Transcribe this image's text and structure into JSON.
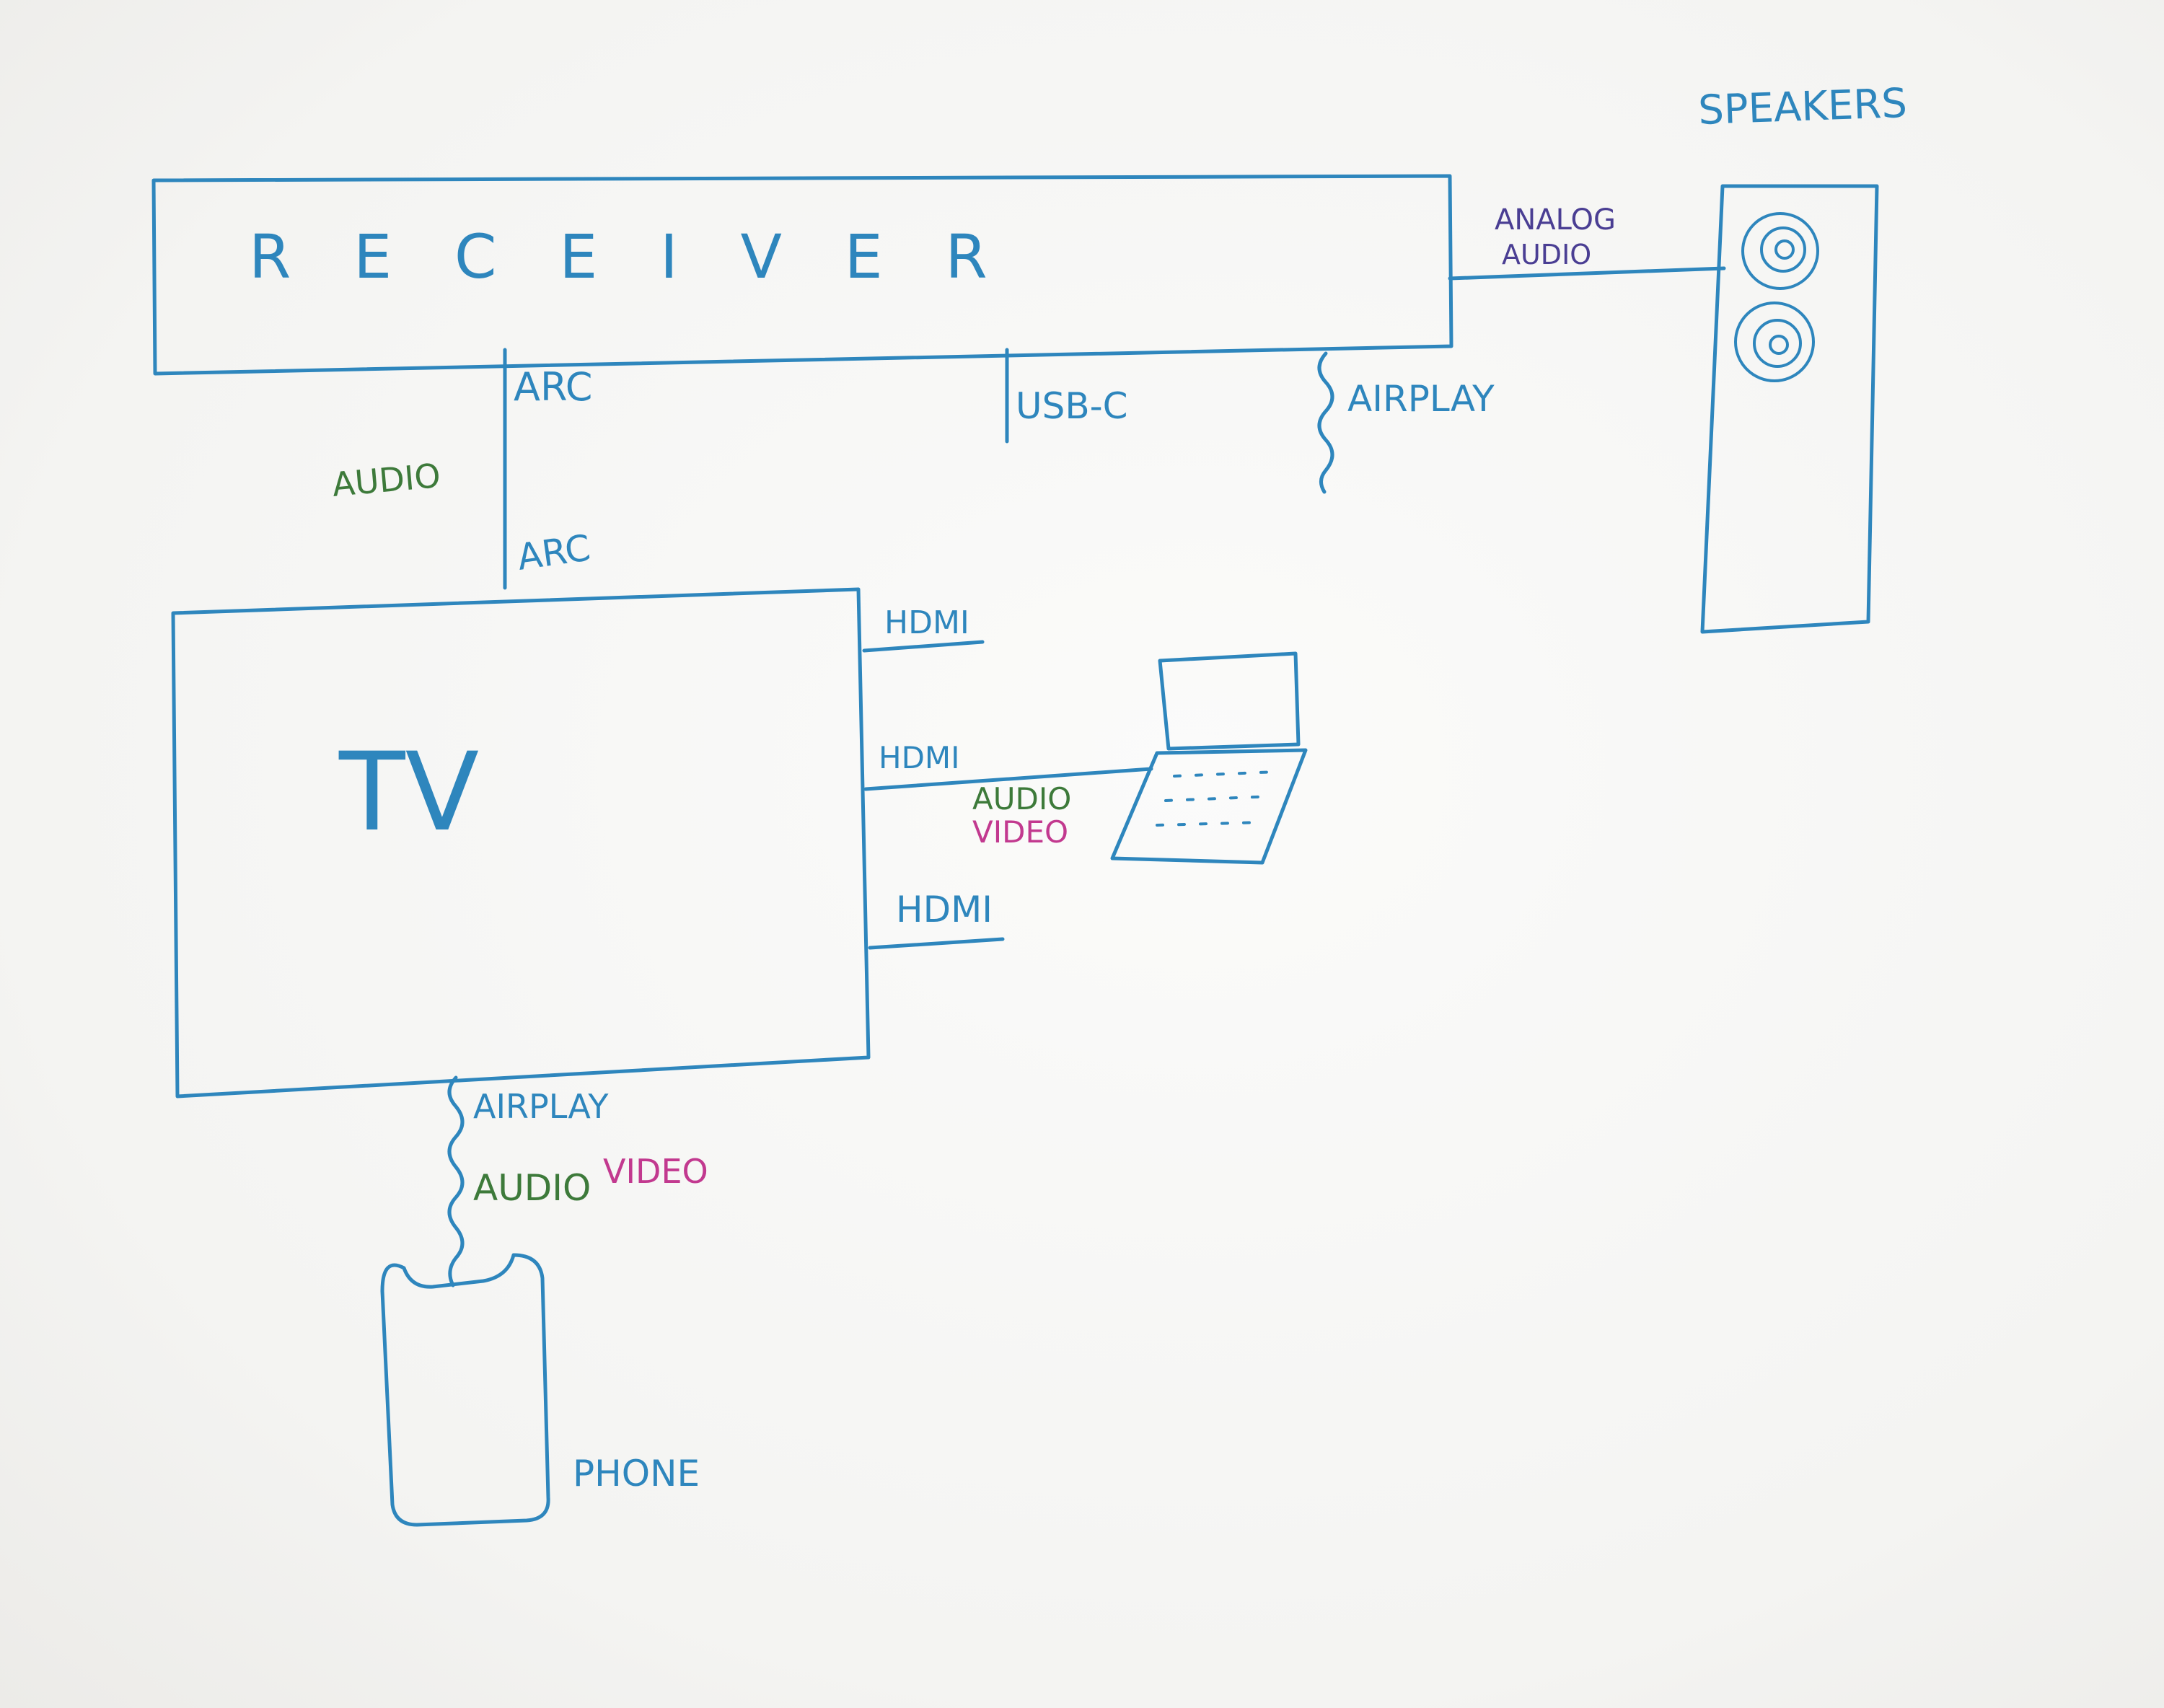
{
  "colors": {
    "ink_blue": "#2e86bd",
    "audio_green": "#3d7a3a",
    "analog_purple": "#4a3e93",
    "video_magenta": "#c2398f",
    "paper": "#f5f5f4"
  },
  "nodes": {
    "receiver": "R E C E I V E R",
    "speakers": "SPEAKERS",
    "tv": "TV",
    "phone": "PHONE"
  },
  "edges": {
    "receiver_speakers": {
      "line1": "ANALOG",
      "line2": "AUDIO"
    },
    "receiver_arc_top": "ARC",
    "tv_arc_bottom": "ARC",
    "arc_audio": "AUDIO",
    "receiver_usb": "USB-C",
    "receiver_airplay": "AIRPLAY",
    "tv_hdmi_1": "HDMI",
    "tv_hdmi_2": "HDMI",
    "tv_hdmi_3": "HDMI",
    "laptop_audio": "AUDIO",
    "laptop_video": "VIDEO",
    "phone_airplay": "AIRPLAY",
    "phone_audio": "AUDIO",
    "phone_video": "VIDEO"
  }
}
